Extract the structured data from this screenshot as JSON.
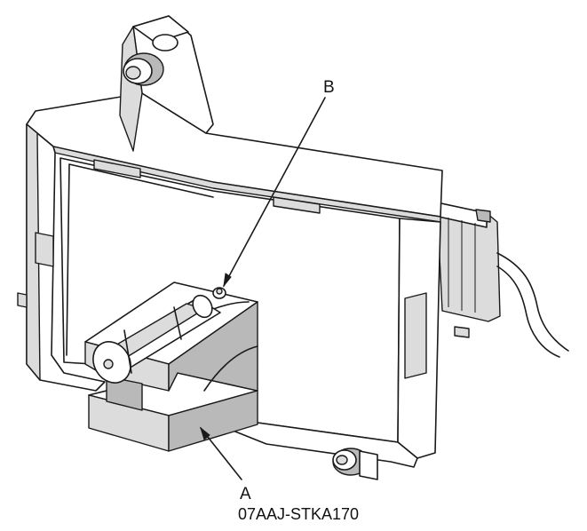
{
  "callouts": {
    "b": "B",
    "a": "A",
    "a_part_number": "07AAJ-STKA170"
  }
}
